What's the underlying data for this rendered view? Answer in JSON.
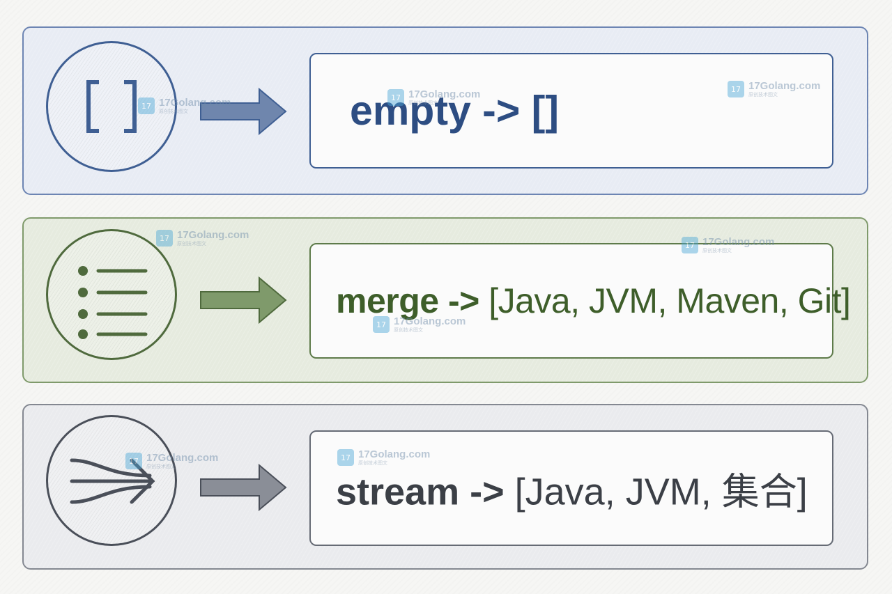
{
  "rows": [
    {
      "icon": "empty-brackets-icon",
      "keyword": "empty",
      "arrow_text": " -> ",
      "value": "[]",
      "accent": "#2d4d82"
    },
    {
      "icon": "list-icon",
      "keyword": "merge",
      "arrow_text": " -> ",
      "value": "[Java, JVM, Maven, Git]",
      "accent": "#3e5e2a"
    },
    {
      "icon": "stream-icon",
      "keyword": "stream",
      "arrow_text": " -> ",
      "value": "[Java, JVM, 集合]",
      "accent": "#3b3f46"
    }
  ],
  "watermark": {
    "name": "17Golang.com",
    "subtitle": "原创技术图文"
  }
}
